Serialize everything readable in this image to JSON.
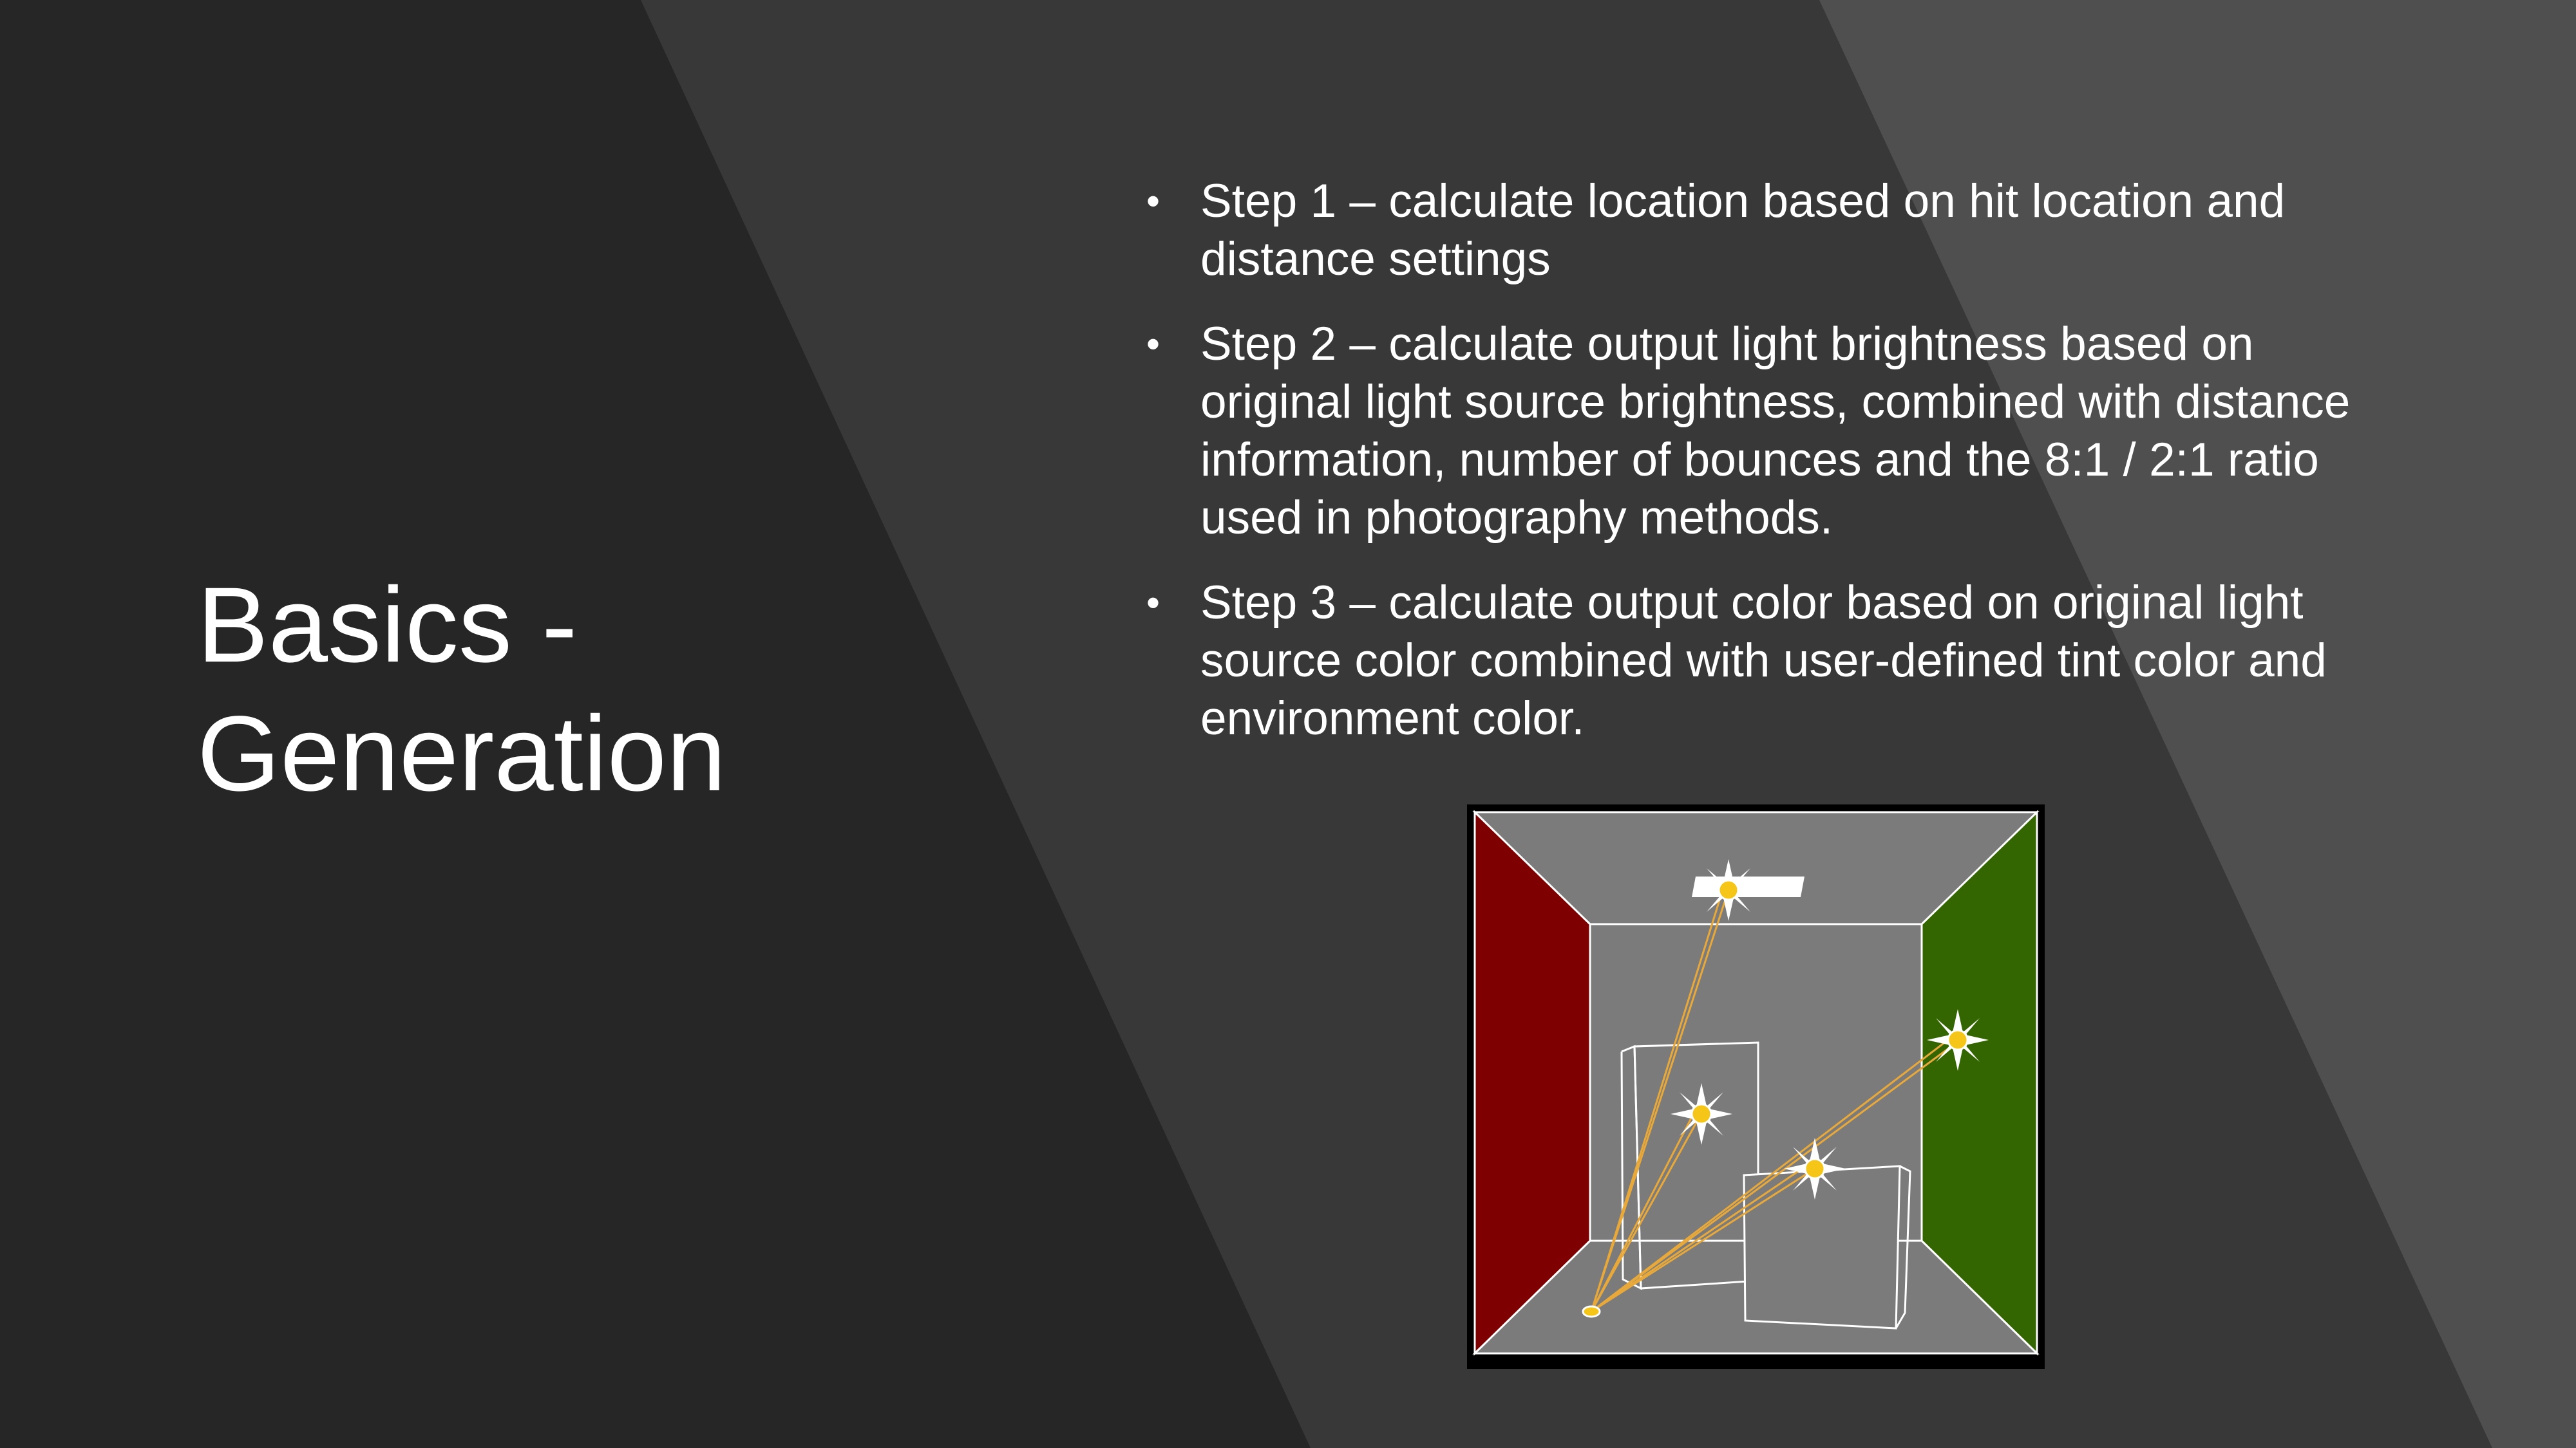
{
  "slide": {
    "title_line1": "Basics -",
    "title_line2": "Generation",
    "bullets": [
      "Step 1 – calculate location based on hit location and distance settings",
      "Step 2 – calculate output light brightness based on original light source brightness, combined with distance information, number of bounces and the 8:1 / 2:1 ratio used in photography methods.",
      "Step 3 – calculate output color based on original light source color combined with user-defined tint color and environment color."
    ],
    "bullet_glyph": "•"
  },
  "colors": {
    "background": "#262626",
    "band_mid": "#383838",
    "band_light": "#4f4f4f",
    "text": "#ffffff",
    "left_wall": "#7f0000",
    "right_wall": "#336600",
    "room_gray": "#7b7b7b",
    "ray": "#e8a93a",
    "light_core": "#f5c518"
  },
  "diagram": {
    "icon_names": [
      "light-source-icon",
      "light-source-icon",
      "light-source-icon",
      "light-source-icon",
      "hit-point-icon"
    ]
  }
}
